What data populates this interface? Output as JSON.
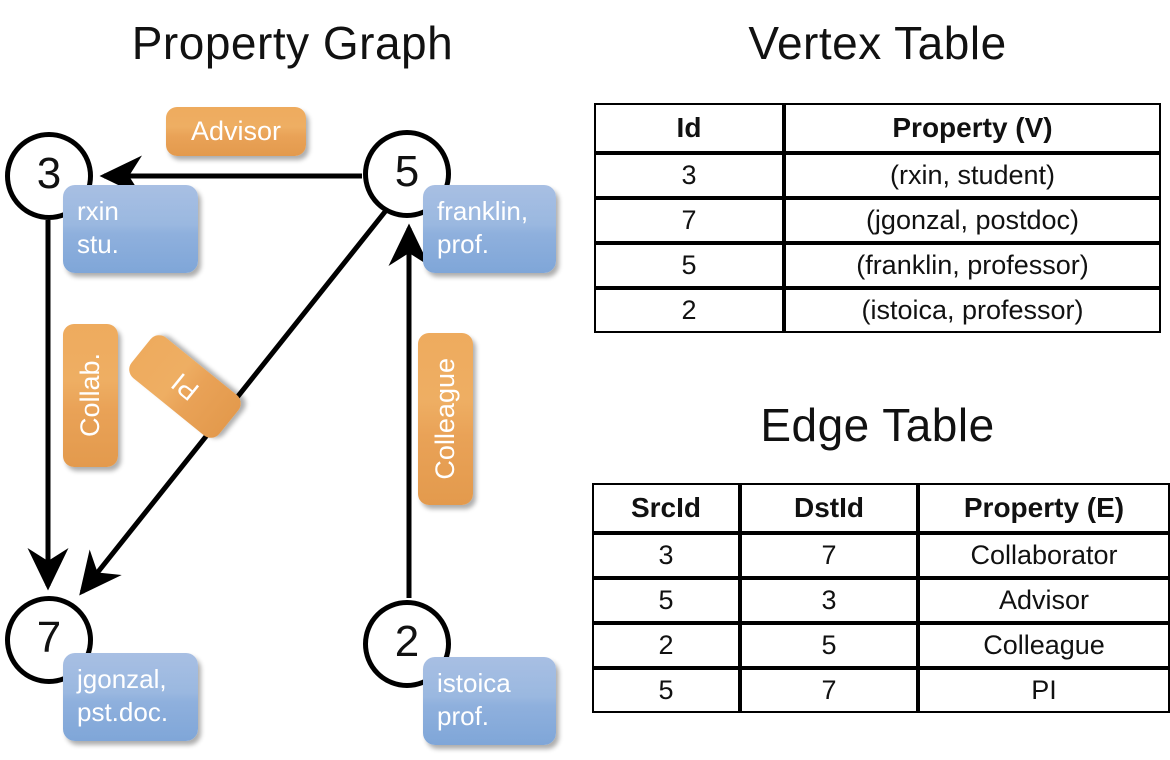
{
  "titles": {
    "graph": "Property Graph",
    "vertex_table": "Vertex Table",
    "edge_table": "Edge Table"
  },
  "graph": {
    "nodes": [
      {
        "id": "3",
        "label": "3",
        "property_lines": [
          "rxin",
          "stu."
        ]
      },
      {
        "id": "5",
        "label": "5",
        "property_lines": [
          "franklin,",
          "prof."
        ]
      },
      {
        "id": "7",
        "label": "7",
        "property_lines": [
          "jgonzal,",
          "pst.doc."
        ]
      },
      {
        "id": "2",
        "label": "2",
        "property_lines": [
          "istoica",
          "prof."
        ]
      }
    ],
    "edge_labels": [
      {
        "name": "advisor",
        "text": "Advisor"
      },
      {
        "name": "collab",
        "text": "Collab."
      },
      {
        "name": "pi",
        "text": "PI"
      },
      {
        "name": "colleague",
        "text": "Colleague"
      }
    ],
    "edges": [
      {
        "from": "5",
        "to": "3",
        "label": "Advisor"
      },
      {
        "from": "3",
        "to": "7",
        "label": "Collab."
      },
      {
        "from": "5",
        "to": "7",
        "label": "PI"
      },
      {
        "from": "2",
        "to": "5",
        "label": "Colleague"
      }
    ]
  },
  "vertex_table": {
    "headers": [
      "Id",
      "Property (V)"
    ],
    "rows": [
      {
        "id": "3",
        "property": "(rxin, student)"
      },
      {
        "id": "7",
        "property": "(jgonzal, postdoc)"
      },
      {
        "id": "5",
        "property": "(franklin, professor)"
      },
      {
        "id": "2",
        "property": "(istoica, professor)"
      }
    ]
  },
  "edge_table": {
    "headers": [
      "SrcId",
      "DstId",
      "Property (E)"
    ],
    "rows": [
      {
        "src": "3",
        "dst": "7",
        "property": "Collaborator"
      },
      {
        "src": "5",
        "dst": "3",
        "property": "Advisor"
      },
      {
        "src": "2",
        "dst": "5",
        "property": "Colleague"
      },
      {
        "src": "5",
        "dst": "7",
        "property": "PI"
      }
    ]
  },
  "colors": {
    "vertex_cell": "#d3dff0",
    "edge_cell": "#f4dfc6",
    "vertex_box": "#8fb0dd",
    "edge_box": "#e9a257",
    "stroke": "#000000",
    "background": "#ffffff"
  }
}
